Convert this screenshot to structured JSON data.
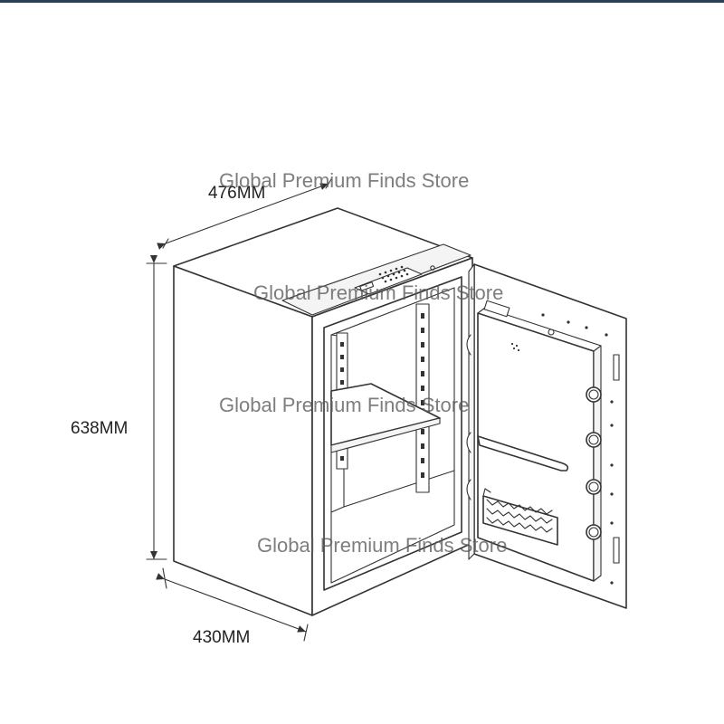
{
  "dimensions": {
    "width_label": "476MM",
    "height_label": "638MM",
    "depth_label": "430MM"
  },
  "watermarks": [
    "Global Premium Finds Store",
    "Global Premium Finds Store",
    "Global Premium Finds Store",
    "Global Premium Finds Store"
  ],
  "colors": {
    "line": "#333333",
    "background": "#ffffff",
    "top_band": "#2c3e57"
  }
}
